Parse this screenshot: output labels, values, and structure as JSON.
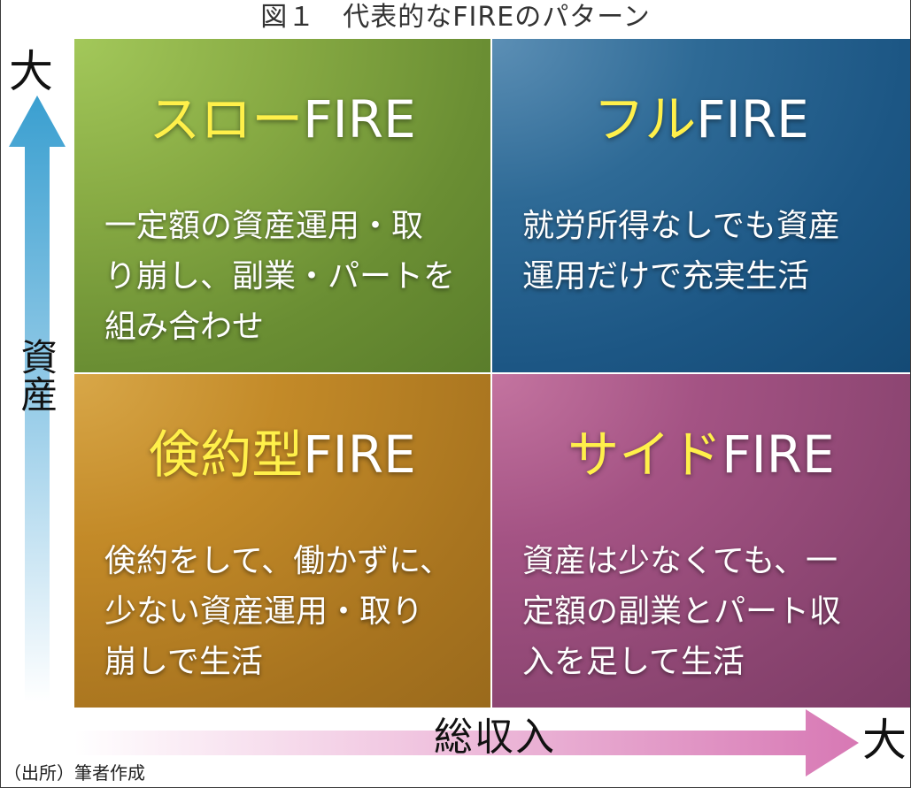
{
  "title": "図１　代表的なFIREのパターン",
  "axes": {
    "y_big": "大",
    "y_label": "資産",
    "x_big": "大",
    "x_label": "総収入"
  },
  "source": "（出所）筆者作成",
  "colors": {
    "slow_fire": "#6f9436",
    "full_fire": "#1c5684",
    "frugal_fire": "#b07d22",
    "side_fire": "#8d4573",
    "title_accent": "#fff04a",
    "y_arrow": "#3a9fd0",
    "x_arrow": "#d778b4"
  },
  "quadrants": {
    "top_left": {
      "title_accent": "スロー",
      "title_main": "FIRE",
      "lines": [
        "一定額の資産運用・取",
        "り崩し、副業・パートを",
        "組み合わせ"
      ]
    },
    "top_right": {
      "title_accent": "フル",
      "title_main": "FIRE",
      "lines": [
        "就労所得なしでも資産",
        "運用だけで充実生活"
      ]
    },
    "bottom_left": {
      "title_accent": "倹約型",
      "title_main": "FIRE",
      "lines": [
        "倹約をして、働かずに、",
        "少ない資産運用・取り",
        "崩しで生活"
      ]
    },
    "bottom_right": {
      "title_accent": "サイド",
      "title_main": "FIRE",
      "lines": [
        "資産は少なくても、一",
        "定額の副業とパート収",
        "入を足して生活"
      ]
    }
  }
}
